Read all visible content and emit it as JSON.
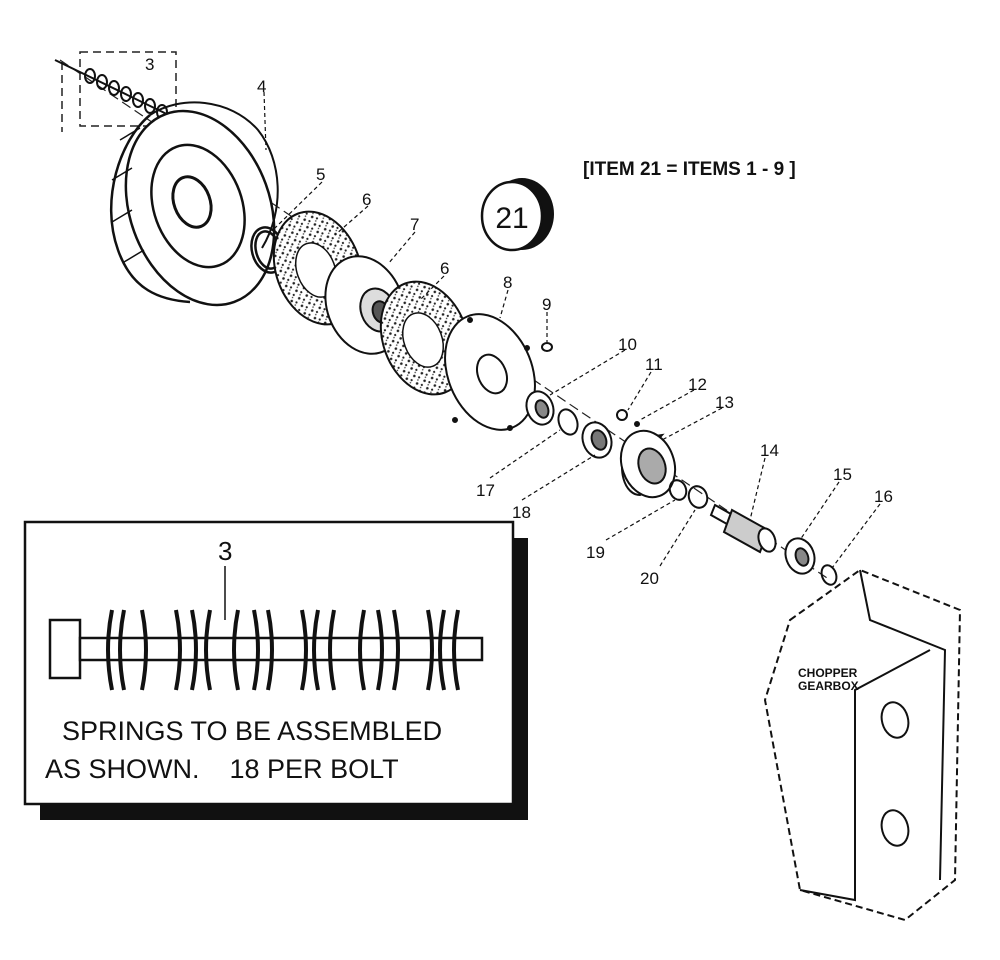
{
  "diagram": {
    "note": "[ITEM 21 = ITEMS 1 - 9 ]",
    "kit_callout": "21",
    "gearbox_label_1": "CHOPPER",
    "gearbox_label_2": "GEARBOX",
    "callouts": {
      "c3": "3",
      "c4": "4",
      "c5": "5",
      "c6a": "6",
      "c6b": "6",
      "c7": "7",
      "c8": "8",
      "c9": "9",
      "c10": "10",
      "c11": "11",
      "c12": "12",
      "c13": "13",
      "c14": "14",
      "c15": "15",
      "c16": "16",
      "c17": "17",
      "c18": "18",
      "c19": "19",
      "c20": "20"
    },
    "inset": {
      "callout": "3",
      "line1": "SPRINGS TO BE ASSEMBLED",
      "line2": "AS SHOWN.    18 PER BOLT"
    }
  }
}
